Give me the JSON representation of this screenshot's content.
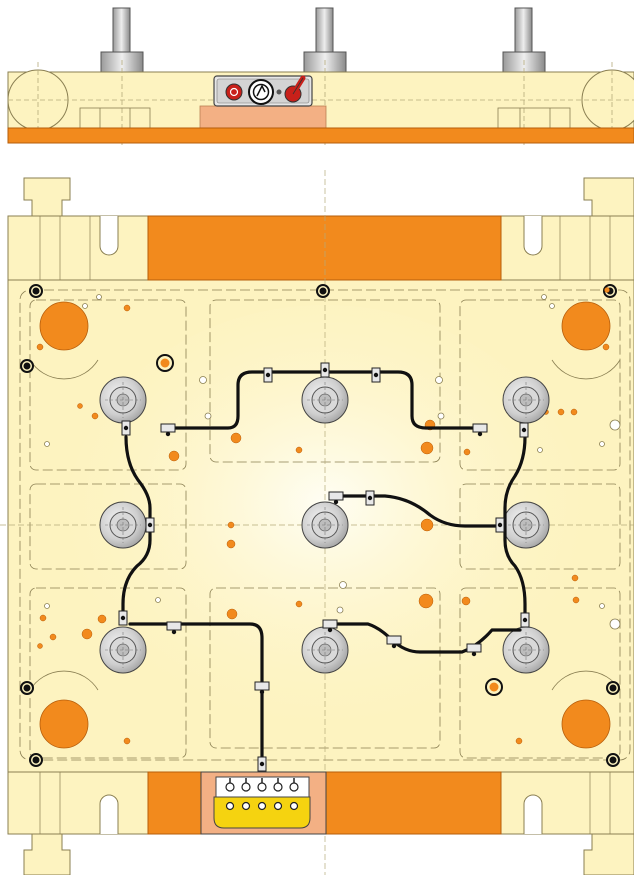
{
  "diagram": {
    "colors": {
      "plate": "#fdf3c0",
      "plate_stroke": "#8a7f52",
      "orange": "#f28a1d",
      "orange_stroke": "#b65d0a",
      "salmon": "#f3b084",
      "hose": "#111111",
      "nozzle": "#cfcfcf",
      "yellow_block": "#f5d310"
    },
    "top_view": {
      "bolts": [
        "bolt-left",
        "bolt-center",
        "bolt-right"
      ],
      "control_module": {
        "icons": [
          "power-icon",
          "dial-icon",
          "lever-icon"
        ]
      }
    },
    "front_view": {
      "nozzle_count": 9,
      "hose_circuits": [
        "circuit-top",
        "circuit-left",
        "circuit-right",
        "circuit-bottom-left",
        "circuit-bottom-right"
      ],
      "manifold": {
        "ports": 5
      }
    }
  }
}
